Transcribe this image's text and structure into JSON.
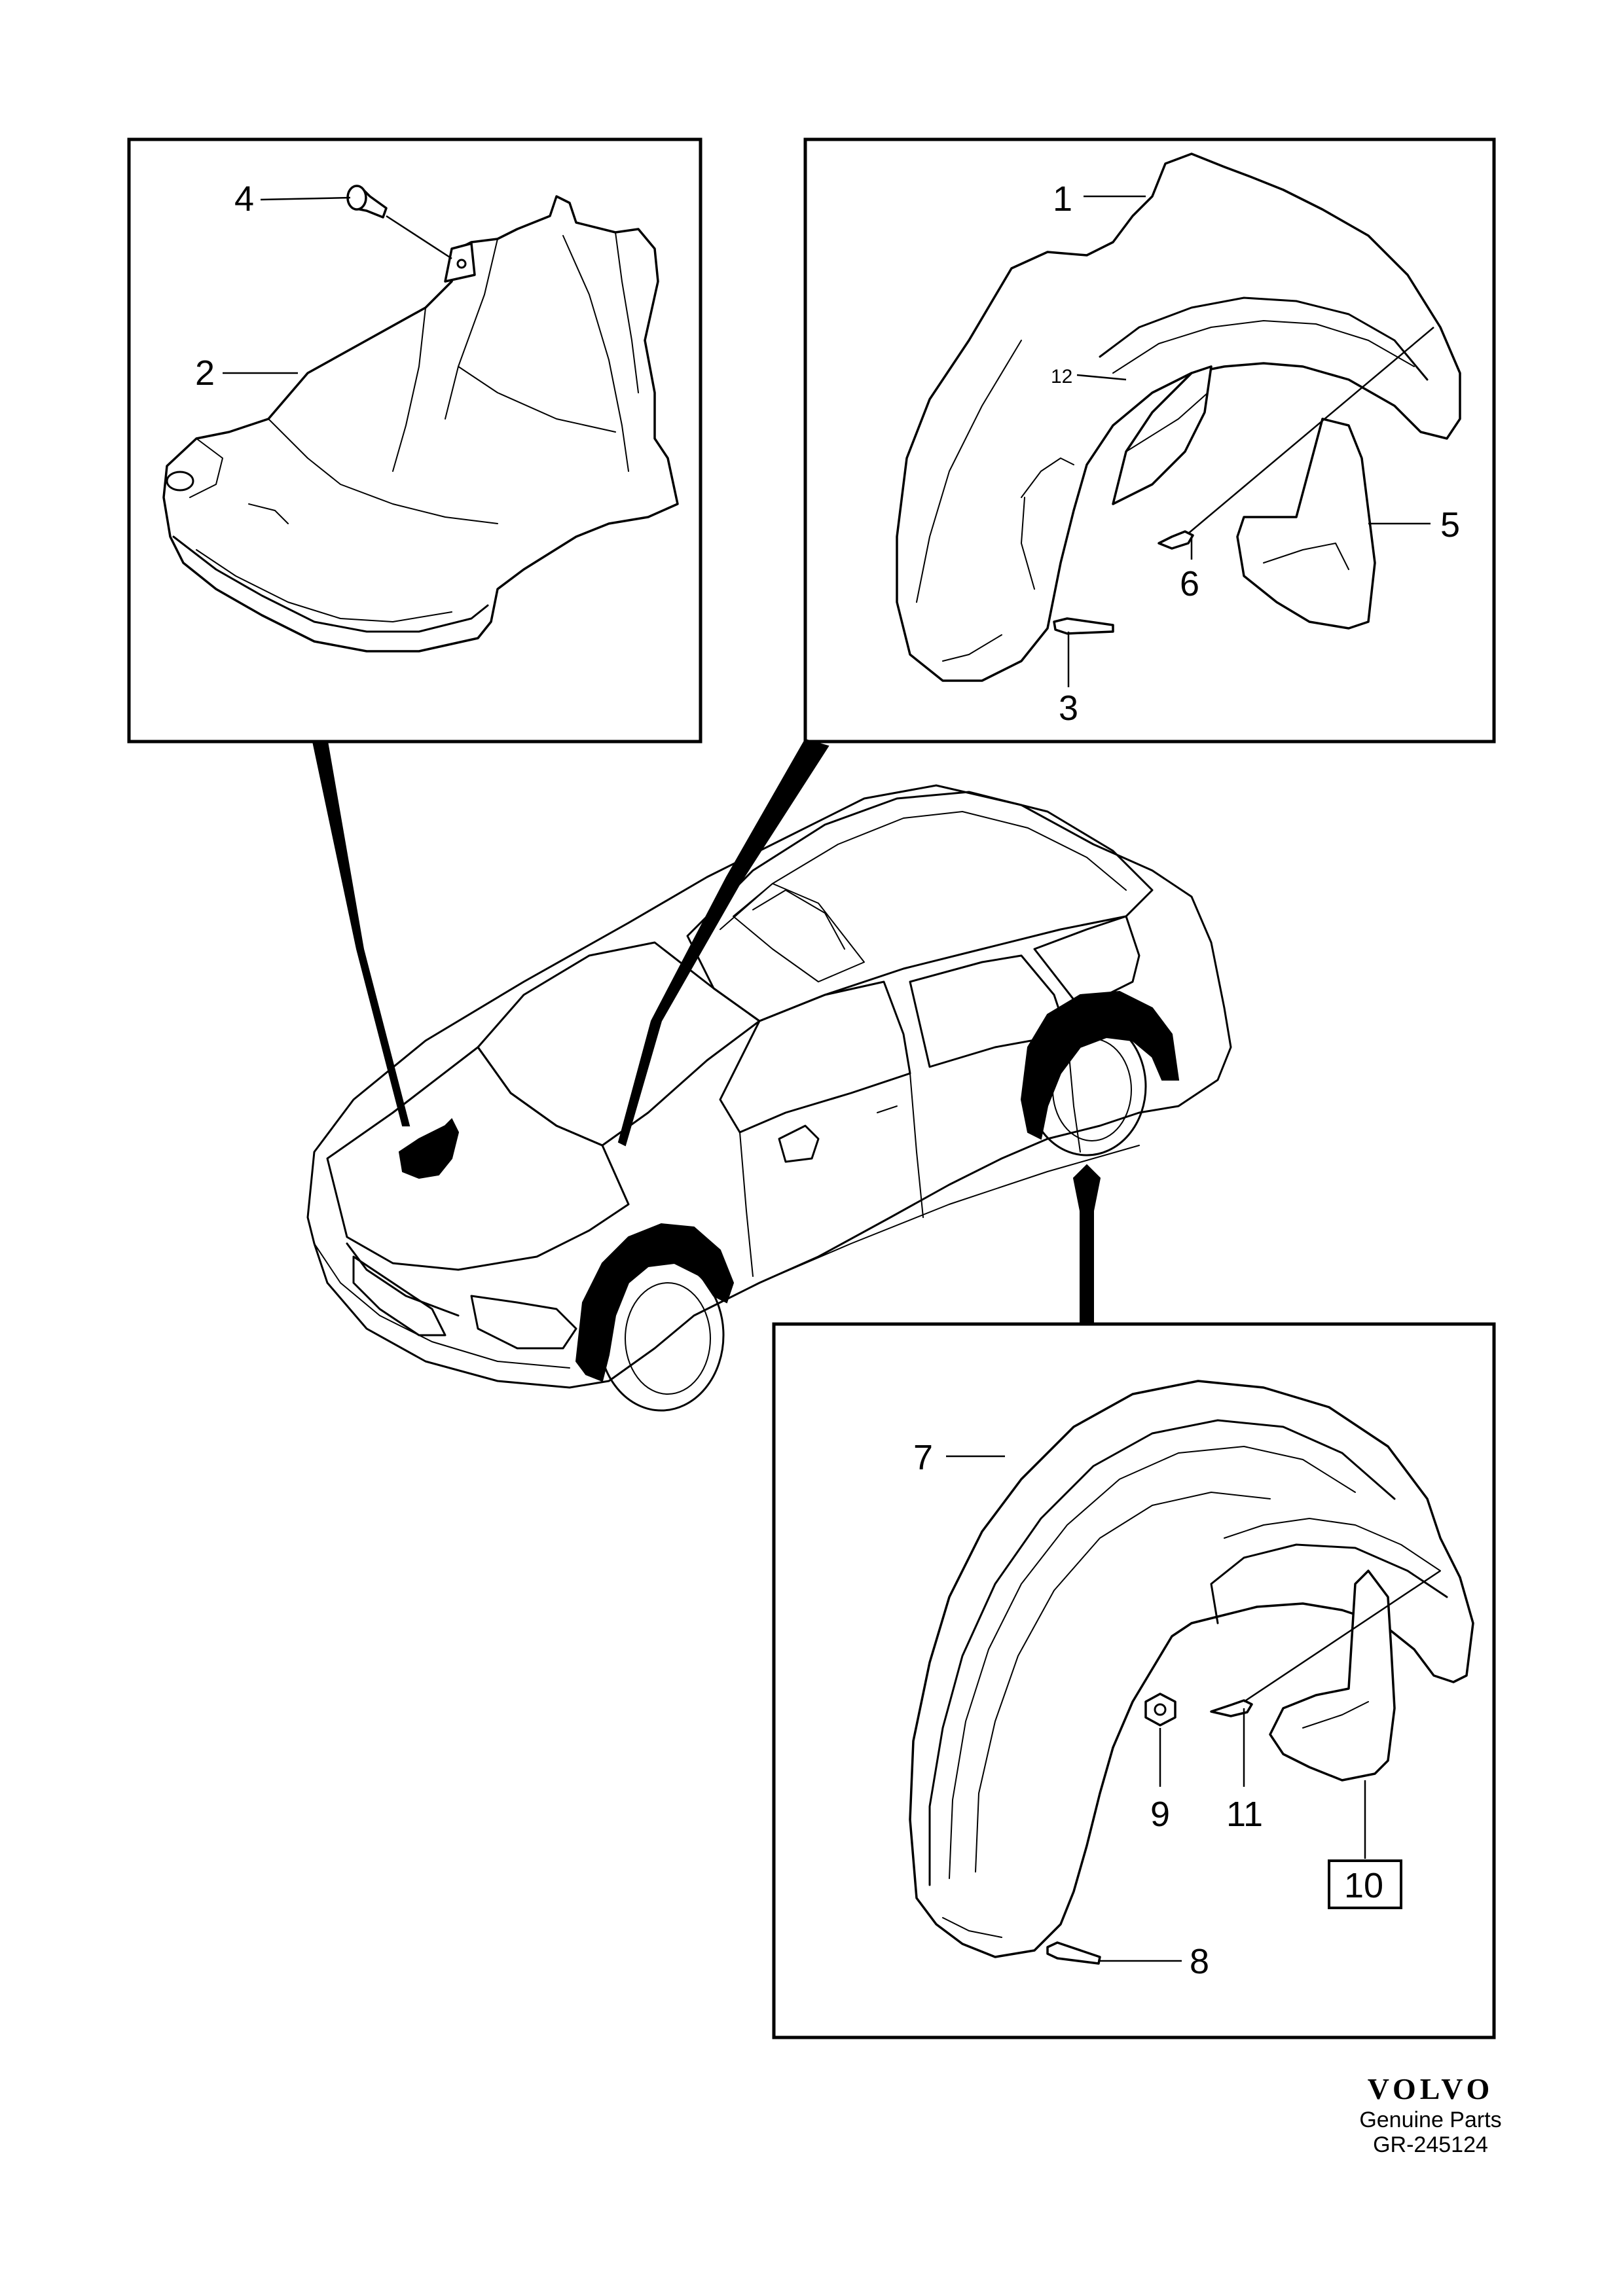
{
  "callouts": {
    "c1": "1",
    "c2": "2",
    "c3": "3",
    "c4": "4",
    "c5": "5",
    "c6": "6",
    "c7": "7",
    "c8": "8",
    "c9": "9",
    "c10": "10",
    "c11": "11",
    "c12": "12"
  },
  "footer": {
    "brand": "VOLVO",
    "line1": "Genuine Parts",
    "code": "GR-245124"
  }
}
